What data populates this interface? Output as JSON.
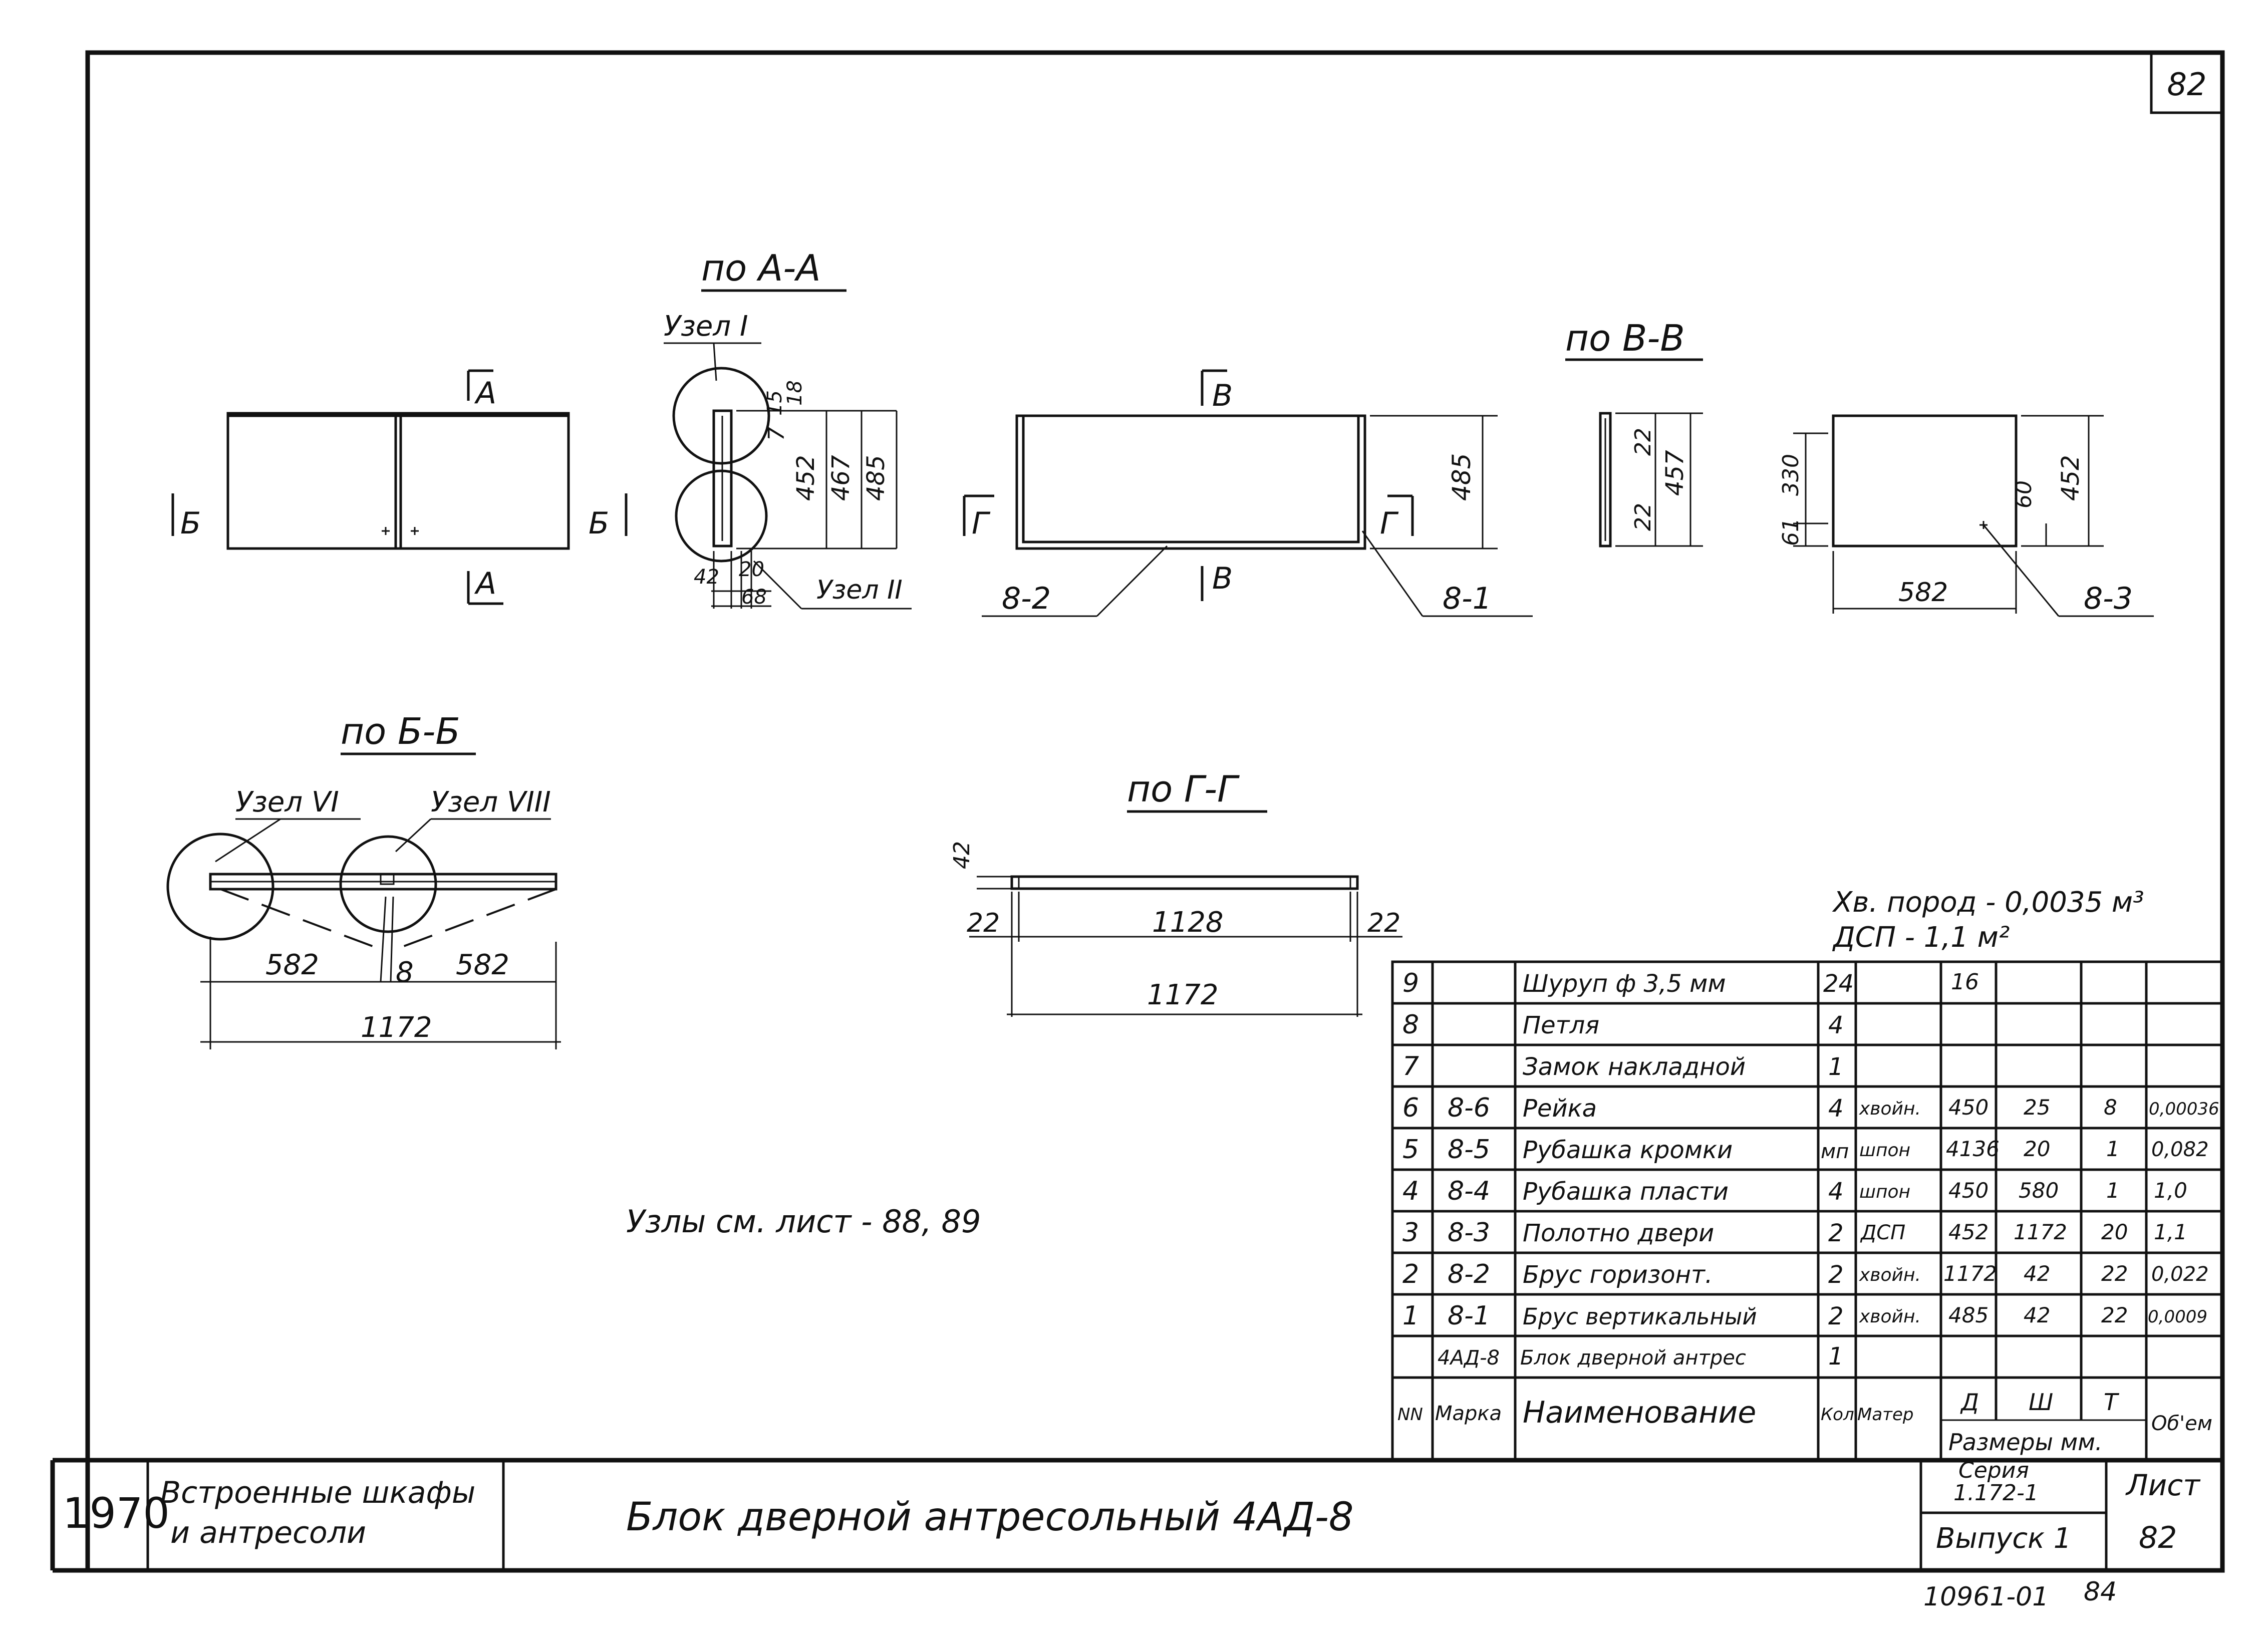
{
  "sheet_number": "82",
  "views": {
    "a_a": "по А-А",
    "v_v": "по В-В",
    "b_b": "по Б-Б",
    "g_g": "по Г-Г"
  },
  "section_marks": {
    "a": "А",
    "b": "Б",
    "v": "В",
    "g": "Г"
  },
  "nodes": {
    "n1": "Узел I",
    "n2": "Узел II",
    "n6": "Узел VI",
    "n8": "Узел VIII"
  },
  "dims": {
    "d15": "15",
    "d18": "18",
    "d7": "7",
    "d452": "452",
    "d467": "467",
    "d485": "485",
    "d42": "42",
    "d20": "20",
    "d68": "68",
    "d485b": "485",
    "d22a": "22",
    "d457": "457",
    "d22b": "22",
    "d61": "61",
    "d330": "330",
    "d60": "60",
    "d452b": "452",
    "d582": "582",
    "bb_582a": "582",
    "bb_8": "8",
    "bb_582b": "582",
    "bb_1172": "1172",
    "gg_42": "42",
    "gg_22a": "22",
    "gg_1128": "1128",
    "gg_22b": "22",
    "gg_1172": "1172"
  },
  "callouts": {
    "c82": "8-2",
    "c81": "8-1",
    "c83": "8-3"
  },
  "note": "Узлы см. лист - 88, 89",
  "materials": {
    "wood": "Хв. пород - 0,0035 м³",
    "dsp": "ДСП - 1,1 м²"
  },
  "spec_rows": [
    {
      "n": "9",
      "mark": "",
      "name": "Шуруп ф 3,5 мм",
      "qty": "24",
      "mat": "",
      "d": "16",
      "w": "",
      "t": "",
      "vol": ""
    },
    {
      "n": "8",
      "mark": "",
      "name": "Петля",
      "qty": "4",
      "mat": "",
      "d": "",
      "w": "",
      "t": "",
      "vol": ""
    },
    {
      "n": "7",
      "mark": "",
      "name": "Замок накладной",
      "qty": "1",
      "mat": "",
      "d": "",
      "w": "",
      "t": "",
      "vol": ""
    },
    {
      "n": "6",
      "mark": "8-6",
      "name": "Рейка",
      "qty": "4",
      "mat": "хвойн.",
      "d": "450",
      "w": "25",
      "t": "8",
      "vol": "0,00036"
    },
    {
      "n": "5",
      "mark": "8-5",
      "name": "Рубашка кромки",
      "qty": "мп",
      "mat": "шпон",
      "d": "4136",
      "w": "20",
      "t": "1",
      "vol": "0,082"
    },
    {
      "n": "4",
      "mark": "8-4",
      "name": "Рубашка пласти",
      "qty": "4",
      "mat": "шпон",
      "d": "450",
      "w": "580",
      "t": "1",
      "vol": "1,0"
    },
    {
      "n": "3",
      "mark": "8-3",
      "name": "Полотно двери",
      "qty": "2",
      "mat": "ДСП",
      "d": "452",
      "w": "1172",
      "t": "20",
      "vol": "1,1"
    },
    {
      "n": "2",
      "mark": "8-2",
      "name": "Брус горизонт.",
      "qty": "2",
      "mat": "хвойн.",
      "d": "1172",
      "w": "42",
      "t": "22",
      "vol": "0,022"
    },
    {
      "n": "1",
      "mark": "8-1",
      "name": "Брус вертикальный",
      "qty": "2",
      "mat": "хвойн.",
      "d": "485",
      "w": "42",
      "t": "22",
      "vol": "0,0009"
    },
    {
      "n": "",
      "mark": "4АД-8",
      "name": "Блок дверной антрес",
      "qty": "1",
      "mat": "",
      "d": "",
      "w": "",
      "t": "",
      "vol": ""
    }
  ],
  "spec_header": {
    "n": "NN",
    "mark": "Марка",
    "name": "Наименование",
    "qty": "Кол",
    "mat": "Матер",
    "d": "Д",
    "w": "Ш",
    "t": "Т",
    "sizes": "Размеры мм.",
    "vol": "Об'ем"
  },
  "title_block": {
    "year": "1970",
    "category_1": "Встроенные шкафы",
    "category_2": "и антресоли",
    "title": "Блок дверной антресольный 4АД-8",
    "series_label": "Серия",
    "series": "1.172-1",
    "issue": "Выпуск 1",
    "sheet_label": "Лист",
    "sheet": "82"
  },
  "stamp": "10961-01",
  "stamp_page": "84"
}
